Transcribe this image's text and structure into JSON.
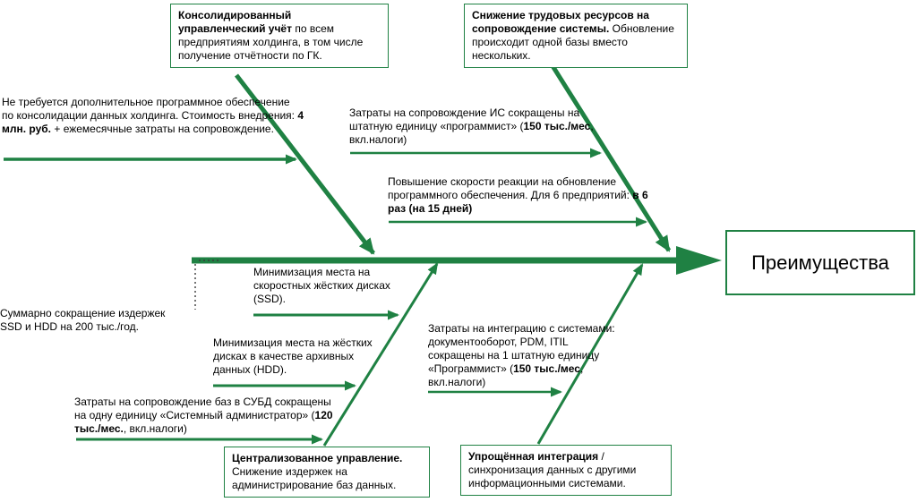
{
  "colors": {
    "accent": "#1f8143",
    "text": "#000000",
    "bg": "#ffffff"
  },
  "main": {
    "label": "Преимущества"
  },
  "boxes": {
    "consolidated": {
      "bold": "Консолидированный управленческий учёт",
      "rest": " по всем предприятиям холдинга, в том числе получение отчётности по ГК."
    },
    "labor": {
      "bold": "Снижение трудовых ресурсов на сопровождение системы.",
      "rest": " Обновление происходит одной базы вместо нескольких."
    },
    "central": {
      "bold": "Централизованное управление.",
      "rest": " Снижение издержек на администрирование баз данных."
    },
    "integration": {
      "bold": "Упрощённая интеграция",
      "rest": " / синхронизация данных с другими информационными системами."
    }
  },
  "notes": {
    "no_software": {
      "pre": "Не требуется дополнительное программное обеспечение по консолидации данных холдинга. Стоимость внедрения: ",
      "bold": "4 млн. руб.",
      "post": " + ежемесячные затраты на сопровождение."
    },
    "is_support": {
      "pre": "Затраты на сопровождение ИС сокращены на штатную единицу «программист» (",
      "bold": "150 тыс./мес",
      "post": ", вкл.налоги)"
    },
    "reaction_speed": {
      "pre": "Повышение скорости реакции на обновление программного обеспечения. Для 6 предприятий: ",
      "bold": "в 6 раз (на 15 дней)",
      "post": ""
    },
    "ssd": {
      "pre": "Минимизация места на скоростных жёстких дисках (SSD).",
      "bold": "",
      "post": ""
    },
    "savings_total": {
      "pre": "Суммарно сокращение издержек SSD и HDD на 200 тыс./год.",
      "bold": "",
      "post": ""
    },
    "hdd": {
      "pre": "Минимизация места на жёстких дисках в качестве архивных данных (HDD).",
      "bold": "",
      "post": ""
    },
    "dbms": {
      "pre": "Затраты на сопровождение баз в СУБД сокращены на одну единицу «Системный администратор» (",
      "bold": "120 тыс./мес.",
      "post": ", вкл.налоги)"
    },
    "integration_costs": {
      "pre": "Затраты на интеграцию с системами: документооборот, PDM, ITIL сокращены на 1 штатную единицу «Программист» (",
      "bold": "150 тыс./мес",
      "post": ", вкл.налоги)"
    }
  }
}
